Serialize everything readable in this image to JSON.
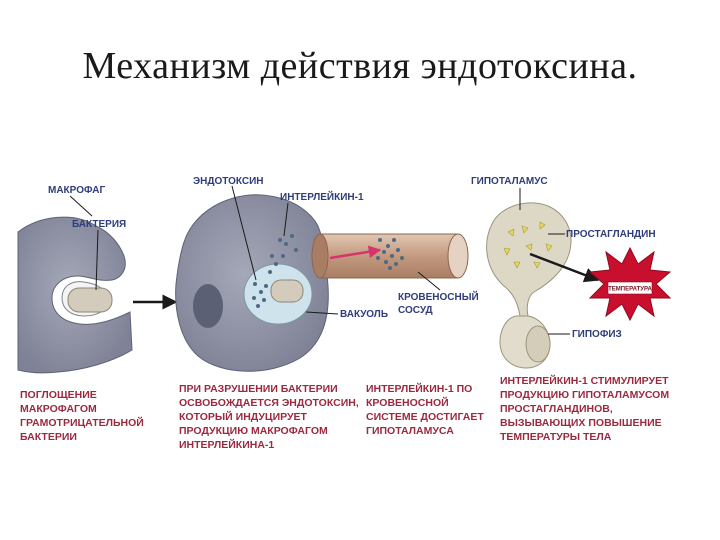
{
  "title": "Механизм действия эндотоксина.",
  "labels": {
    "macrophage": "МАКРОФАГ",
    "bacterium": "БАКТЕРИЯ",
    "endotoxin": "ЭНДОТОКСИН",
    "interleukin": "ИНТЕРЛЕЙКИН-1",
    "hypothalamus": "ГИПОТАЛАМУС",
    "prostaglandin": "ПРОСТАГЛАНДИН",
    "blood_vessel_1": "КРОВЕНОСНЫЙ",
    "blood_vessel_2": "СОСУД",
    "vacuole": "ВАКУОЛЬ",
    "pituitary": "ГИПОФИЗ",
    "temperature": "ТЕМПЕРАТУРА"
  },
  "captions": [
    {
      "lines": [
        "ПОГЛОЩЕНИЕ",
        "МАКРОФАГОМ",
        "ГРАМОТРИЦАТЕЛЬНОЙ",
        "БАКТЕРИИ"
      ]
    },
    {
      "lines": [
        "ПРИ РАЗРУШЕНИИ БАКТЕРИИ",
        "ОСВОБОЖДАЕТСЯ ЭНДОТОКСИН,",
        "КОТОРЫЙ ИНДУЦИРУЕТ",
        "ПРОДУКЦИЮ МАКРОФАГОМ",
        "ИНТЕРЛЕЙКИНА-1"
      ]
    },
    {
      "lines": [
        "ИНТЕРЛЕЙКИН-1 ПО",
        "КРОВЕНОСНОЙ",
        "СИСТЕМЕ ДОСТИГАЕТ",
        "ГИПОТАЛАМУСА"
      ]
    },
    {
      "lines": [
        "ИНТЕРЛЕЙКИН-1 СТИМУЛИРУЕТ",
        "ПРОДУКЦИЮ ГИПОТАЛАМУСОМ",
        "ПРОСТАГЛАНДИНОВ,",
        "ВЫЗЫВАЮЩИХ ПОВЫШЕНИЕ",
        "ТЕМПЕРАТУРЫ ТЕЛА"
      ]
    }
  ],
  "colors": {
    "cell": "#8f92a4",
    "cell_dark": "#5f6275",
    "vacuole": "#cfe3ec",
    "vessel": "#c9a48c",
    "hypothalamus": "#ddd8c6",
    "burst": "#c8102e",
    "label_blue": "#2f3e7a",
    "caption_red": "#9b2a3f"
  }
}
